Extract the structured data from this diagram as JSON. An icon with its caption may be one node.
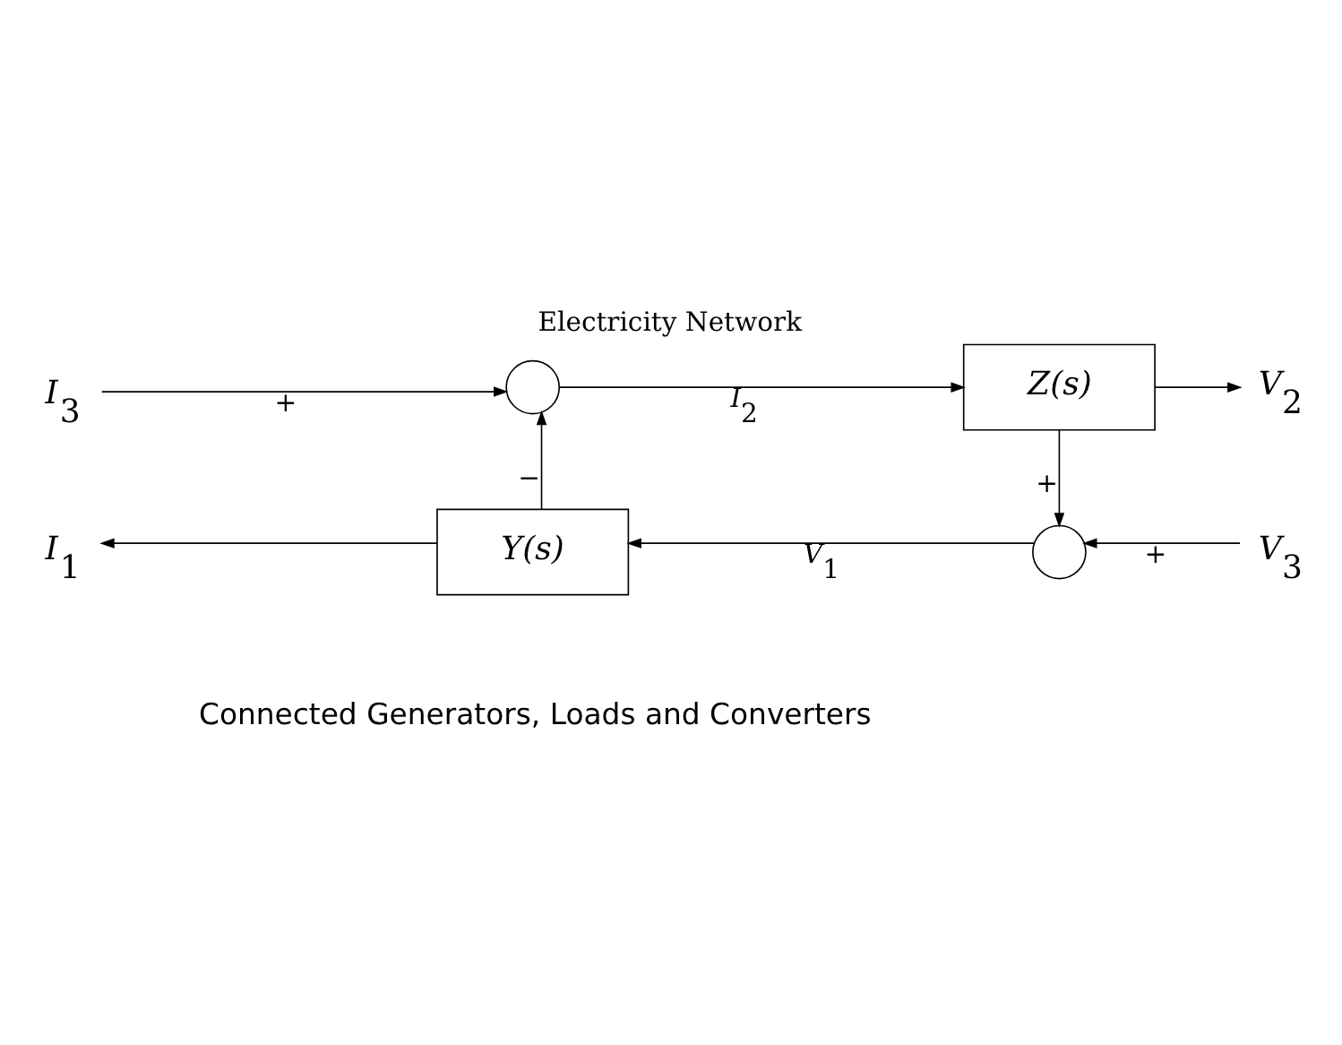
{
  "diagram": {
    "title": "Electricity Network",
    "caption": "Connected Generators, Loads and Converters",
    "nodes": [
      {
        "text": [
          "I$_{3}$"
        ]
      },
      {
        "text": [],
        "shape": "circle"
      },
      {
        "text": [
          "Z(s)"
        ]
      },
      {
        "text": [
          "V$_{2}$"
        ]
      },
      {
        "text": [
          "I$_{1}$"
        ]
      },
      {
        "text": [
          "Y(s)"
        ]
      },
      {
        "text": [],
        "shape": "circle"
      },
      {
        "text": [
          "V$_{3}$"
        ]
      }
    ],
    "edges": [
      {
        "from": 0,
        "to": 1,
        "arrow": "to",
        "label": "+"
      },
      {
        "from": 1,
        "to": 2,
        "arrow": "to",
        "label": "I$_{2}$"
      },
      {
        "from": 2,
        "to": 3,
        "arrow": "to"
      },
      {
        "from": 2,
        "to": 6,
        "arrow": "to",
        "label": "+"
      },
      {
        "from": 7,
        "to": 6,
        "arrow": "to",
        "label": "+"
      },
      {
        "from": 6,
        "to": 5,
        "arrow": "to",
        "label": "V$_{1}$"
      },
      {
        "from": 5,
        "to": 4,
        "arrow": "to"
      },
      {
        "from": 5,
        "to": 1,
        "arrow": "to",
        "label": "−"
      }
    ]
  }
}
